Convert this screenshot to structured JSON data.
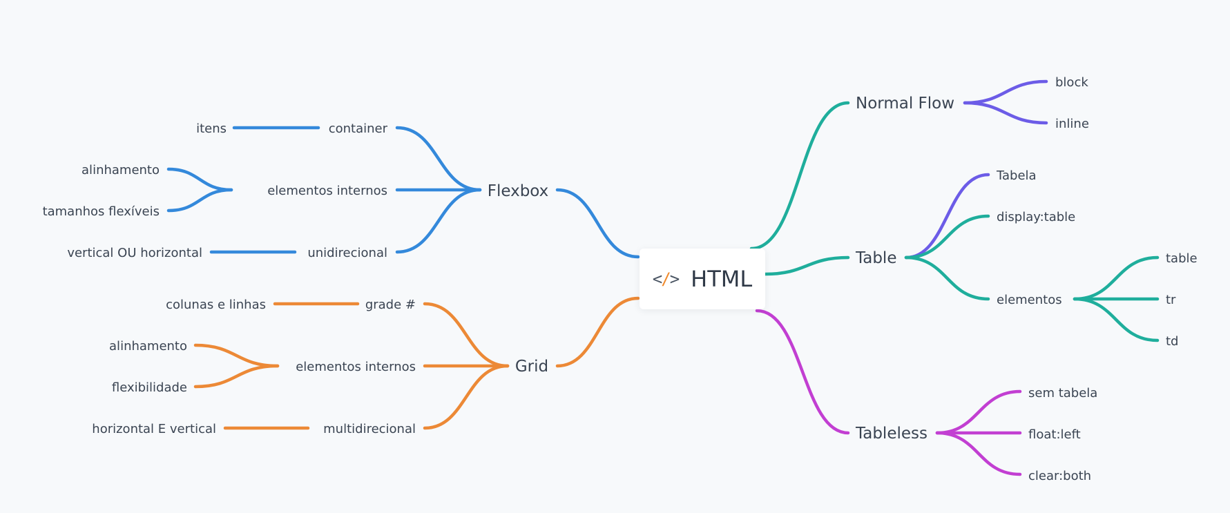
{
  "root": {
    "label": "HTML",
    "icon": "code-icon"
  },
  "colors": {
    "flexbox": "#3489db",
    "grid": "#ec8936",
    "teal": "#1fae9c",
    "purple": "#6c5ce7",
    "magenta": "#c23fd2"
  },
  "branches": {
    "flexbox": {
      "label": "Flexbox",
      "children": [
        {
          "label": "container",
          "children": [
            "itens"
          ]
        },
        {
          "label": "elementos internos",
          "children": [
            "alinhamento",
            "tamanhos flexíveis"
          ]
        },
        {
          "label": "unidirecional",
          "children": [
            "vertical OU horizontal"
          ]
        }
      ]
    },
    "grid": {
      "label": "Grid",
      "children": [
        {
          "label": "grade #",
          "children": [
            "colunas e linhas"
          ]
        },
        {
          "label": "elementos internos",
          "children": [
            "alinhamento",
            "flexibilidade"
          ]
        },
        {
          "label": "multidirecional",
          "children": [
            "horizontal E vertical"
          ]
        }
      ]
    },
    "normal_flow": {
      "label": "Normal Flow",
      "children": [
        "block",
        "inline"
      ]
    },
    "table": {
      "label": "Table",
      "children": [
        {
          "label": "Tabela"
        },
        {
          "label": "display:table"
        },
        {
          "label": "elementos",
          "children": [
            "table",
            "tr",
            "td"
          ]
        }
      ]
    },
    "tableless": {
      "label": "Tableless",
      "children": [
        "sem tabela",
        "float:left",
        "clear:both"
      ]
    }
  }
}
